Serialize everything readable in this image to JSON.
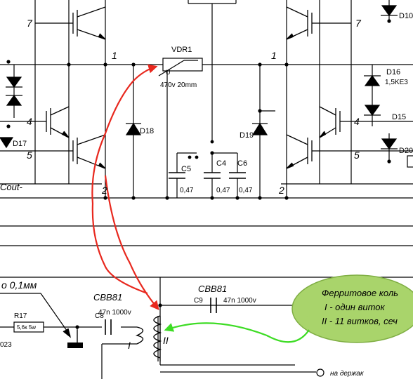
{
  "labels": {
    "num7_left": "7",
    "num7_right": "7",
    "num1_left": "1",
    "num1_right": "1",
    "num4_left": "4",
    "num4_right": "4",
    "num5_left": "5",
    "num5_right": "5",
    "num2_left": "2",
    "num2_right": "2",
    "d10": "D10",
    "d16": "D16",
    "d16_type": "1,5KE3",
    "d15": "D15",
    "d20": "D20",
    "d17": "D17",
    "d18": "D18",
    "d19": "D19",
    "vdr_name": "VDR1",
    "vdr_u": "U",
    "vdr_spec": "470v  20mm",
    "c5": "C5",
    "c4": "C4",
    "c6": "C6",
    "c5_val": "0,47",
    "c4_val": "0,47",
    "c6_val": "0,47",
    "cout": "Cout-",
    "wire_note": "о 0,1мм",
    "cbb81_left": "CBB81",
    "cbb81_left_val": "47n 1000v",
    "cbb81_right": "CBB81",
    "c9": "C9",
    "c9_val": "47n 1000v",
    "r17": "R17",
    "r17_val": "5,6к 5w",
    "c8": "C8",
    "coil_i": "I",
    "coil_ii": "II",
    "part_023": "023",
    "holder": "на держак"
  },
  "bubble": {
    "line1": "Ферритовое коль",
    "line2": "I - один виток",
    "line3": "II - 11 витков, сеч"
  },
  "colors": {
    "annotation_arrow_red": "#e8281e",
    "annotation_arrow_green": "#3ddc24",
    "bubble_fill": "#a9d46b",
    "bubble_stroke": "#7fae43"
  }
}
